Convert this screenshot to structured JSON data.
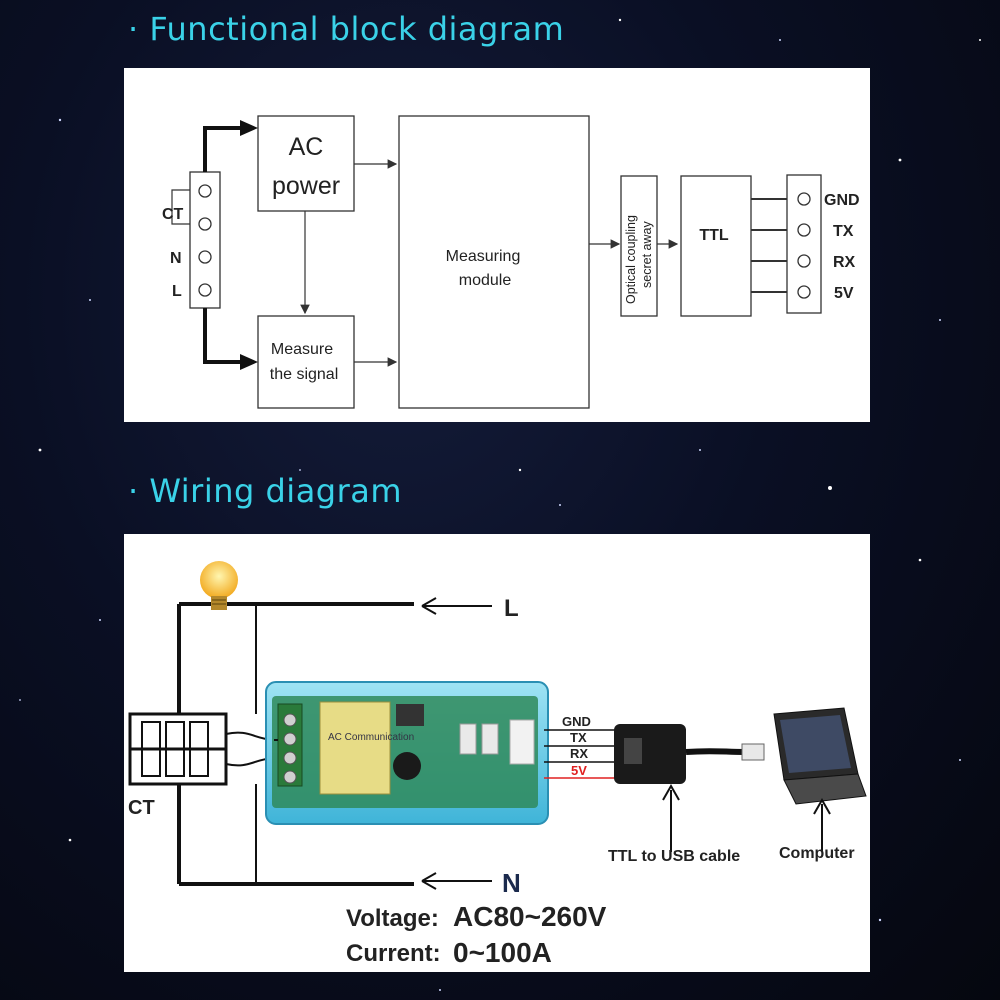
{
  "sections": {
    "block_title": "· Functional block diagram",
    "wiring_title": "· Wiring diagram"
  },
  "block_diagram": {
    "terminals_left": [
      "CT",
      "N",
      "L"
    ],
    "ac_power": [
      "AC",
      "power"
    ],
    "measure_signal": [
      "Measure",
      "the signal"
    ],
    "measuring_module": [
      "Measuring",
      "module"
    ],
    "optical": [
      "Optical coupling",
      "secret away"
    ],
    "ttl": "TTL",
    "outputs": [
      "GND",
      "TX",
      "RX",
      "5V"
    ]
  },
  "wiring": {
    "line_l": "L",
    "line_n": "N",
    "ct_label": "CT",
    "signals": [
      "GND",
      "TX",
      "RX",
      "5V"
    ],
    "board_text": "AC Communication",
    "cable_label": "TTL to USB cable",
    "computer_label": "Computer",
    "voltage_label": "Voltage:",
    "voltage_value": "AC80~260V",
    "current_label": "Current:",
    "current_value": "0~100A"
  },
  "colors": {
    "title": "#3ad2e8",
    "board": "#5cc7e6",
    "five_v": "#e02020"
  }
}
